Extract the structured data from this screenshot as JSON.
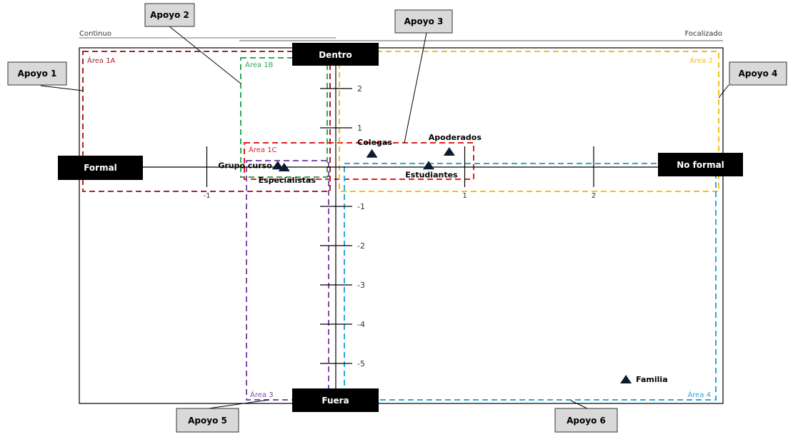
{
  "header": {
    "left_label": "Continuo",
    "right_label": "Focalizado"
  },
  "axes": {
    "top": "Dentro",
    "bottom": "Fuera",
    "left": "Formal",
    "right": "No formal",
    "x_ticks": [
      {
        "value": -1,
        "label": "-1"
      },
      {
        "value": 1,
        "label": "1"
      },
      {
        "value": 2,
        "label": "2"
      }
    ],
    "y_ticks": [
      {
        "value": 2,
        "label": "2"
      },
      {
        "value": 1,
        "label": "1"
      },
      {
        "value": -1,
        "label": "-1"
      },
      {
        "value": -2,
        "label": "-2"
      },
      {
        "value": -3,
        "label": "-3"
      },
      {
        "value": -4,
        "label": "-4"
      },
      {
        "value": -5,
        "label": "-5"
      }
    ]
  },
  "areas": [
    {
      "id": "1A",
      "label": "Área 1A",
      "color": "#a6232a"
    },
    {
      "id": "1B",
      "label": "Área 1B",
      "color": "#2ea860"
    },
    {
      "id": "1C",
      "label": "Área 1C",
      "color": "#e02020"
    },
    {
      "id": "2",
      "label": "Área 2",
      "color": "#f0c020"
    },
    {
      "id": "3",
      "label": "Área 3",
      "color": "#7a4fa8"
    },
    {
      "id": "4",
      "label": "Área 4",
      "color": "#2aa8d8"
    }
  ],
  "points": [
    {
      "label": "Grupo curso",
      "x": -0.45,
      "y": 0.05
    },
    {
      "label": "Especialistas",
      "x": -0.4,
      "y": 0.0
    },
    {
      "label": "Colegas",
      "x": 0.28,
      "y": 0.35
    },
    {
      "label": "Apoderados",
      "x": 0.88,
      "y": 0.4
    },
    {
      "label": "Estudiantes",
      "x": 0.72,
      "y": 0.05
    },
    {
      "label": "Familia",
      "x": 2.25,
      "y": -5.4
    }
  ],
  "callouts": [
    {
      "label": "Apoyo 1"
    },
    {
      "label": "Apoyo 2"
    },
    {
      "label": "Apoyo 3"
    },
    {
      "label": "Apoyo 4"
    },
    {
      "label": "Apoyo 5"
    },
    {
      "label": "Apoyo 6"
    }
  ],
  "colors": {
    "axis": "#000000",
    "marker": "#0d1a33",
    "callout_fill": "#d9d9d9",
    "label_box": "#000000"
  }
}
